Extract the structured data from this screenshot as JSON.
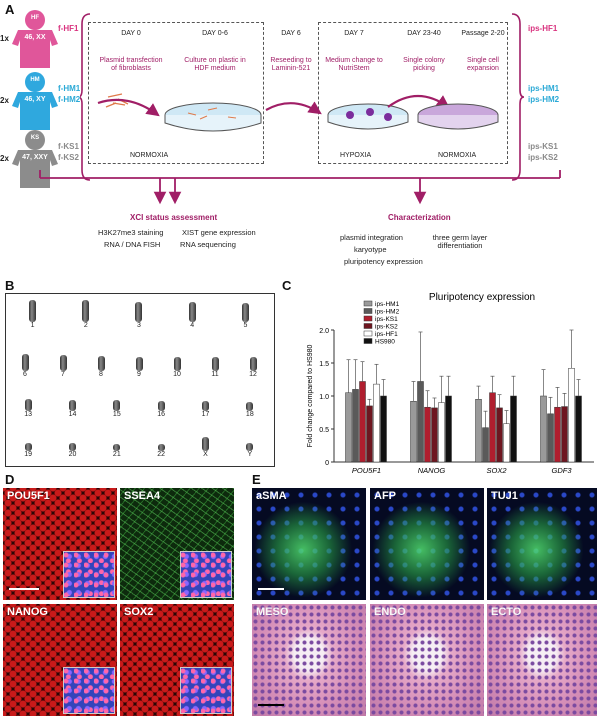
{
  "panels": {
    "a": "A",
    "b": "B",
    "c": "C",
    "d": "D",
    "e": "E"
  },
  "panel_a": {
    "donors": [
      {
        "badge": "HF",
        "karyotype": "46, XX",
        "count": "1x",
        "lines": [
          "f-HF1"
        ],
        "ips": [
          "ips-HF1"
        ],
        "color": "#e0569a"
      },
      {
        "badge": "HM",
        "karyotype": "46, XY",
        "count": "2x",
        "lines": [
          "f-HM1",
          "f-HM2"
        ],
        "ips": [
          "ips-HM1",
          "ips-HM2"
        ],
        "color": "#2fa8de"
      },
      {
        "badge": "KS",
        "karyotype": "47, XXY",
        "count": "2x",
        "lines": [
          "f-KS1",
          "f-KS2"
        ],
        "ips": [
          "ips-KS1",
          "ips-KS2"
        ],
        "color": "#8c8c8c"
      }
    ],
    "steps": [
      {
        "day": "DAY 0",
        "desc": "Plasmid transfection of fibroblasts"
      },
      {
        "day": "DAY 0-6",
        "desc": "Culture on plastic in HDF medium"
      },
      {
        "day": "DAY 6",
        "desc": "Reseeding to Laminin-521"
      },
      {
        "day": "DAY 7",
        "desc": "Medium change to NutriStem"
      },
      {
        "day": "DAY 23-40",
        "desc": "Single colony picking"
      },
      {
        "day": "Passage 2-20",
        "desc": "Single cell expansion"
      }
    ],
    "conditions": [
      "NORMOXIA",
      "HYPOXIA",
      "NORMOXIA"
    ],
    "xci": {
      "title": "XCI status assessment",
      "items": [
        "H3K27me3 staining",
        "XIST gene expression",
        "RNA / DNA FISH",
        "RNA sequencing"
      ]
    },
    "characterization": {
      "title": "Characterization",
      "items": [
        "plasmid integration",
        "three germ layer differentiation",
        "karyotype",
        "pluripotency expression"
      ]
    }
  },
  "panel_b": {
    "chromosomes": [
      "1",
      "2",
      "3",
      "4",
      "5",
      "6",
      "7",
      "8",
      "9",
      "10",
      "11",
      "12",
      "13",
      "14",
      "15",
      "16",
      "17",
      "18",
      "19",
      "20",
      "21",
      "22",
      "X",
      "Y"
    ]
  },
  "chart_data": {
    "type": "bar",
    "title": "Pluripotency expression",
    "ylabel": "Fold change compared to HS980",
    "xlabel": "",
    "ylim": [
      0,
      2
    ],
    "yticks": [
      "0",
      "0.5",
      "1.0",
      "1.5",
      "2.0"
    ],
    "categories": [
      "POU5F1",
      "NANOG",
      "SOX2",
      "GDF3"
    ],
    "series": [
      {
        "name": "ips-HM1",
        "color": "#9a9a9a",
        "values": [
          1.05,
          0.92,
          0.95,
          1.0
        ],
        "err": [
          0.5,
          0.3,
          0.2,
          0.4
        ]
      },
      {
        "name": "ips-HM2",
        "color": "#5a5a5a",
        "values": [
          1.1,
          1.22,
          0.52,
          0.73
        ],
        "err": [
          0.45,
          0.75,
          0.25,
          0.25
        ]
      },
      {
        "name": "ips-KS1",
        "color": "#b01e2e",
        "values": [
          1.22,
          0.83,
          1.05,
          0.83
        ],
        "err": [
          0.3,
          0.25,
          0.25,
          0.3
        ]
      },
      {
        "name": "ips-KS2",
        "color": "#6e1620",
        "values": [
          0.85,
          0.82,
          0.82,
          0.84
        ],
        "err": [
          0.1,
          0.15,
          0.2,
          0.2
        ]
      },
      {
        "name": "ips-HF1",
        "color": "#ffffff",
        "values": [
          1.18,
          0.9,
          0.58,
          1.42
        ],
        "err": [
          0.3,
          0.4,
          0.2,
          0.58
        ]
      },
      {
        "name": "HS980",
        "color": "#111111",
        "values": [
          1.0,
          1.0,
          1.0,
          1.0
        ],
        "err": [
          0.25,
          0.3,
          0.3,
          0.25
        ]
      }
    ]
  },
  "panel_d": {
    "images": [
      {
        "label": "POU5F1",
        "color": "#c81a1a"
      },
      {
        "label": "SSEA4",
        "color": "#2f8f2f"
      },
      {
        "label": "NANOG",
        "color": "#c81a1a"
      },
      {
        "label": "SOX2",
        "color": "#c81a1a"
      }
    ]
  },
  "panel_e": {
    "images": [
      {
        "label": "aSMA",
        "kind": "fluor"
      },
      {
        "label": "AFP",
        "kind": "fluor"
      },
      {
        "label": "TUJ1",
        "kind": "fluor"
      },
      {
        "label": "MESO",
        "kind": "he"
      },
      {
        "label": "ENDO",
        "kind": "he"
      },
      {
        "label": "ECTO",
        "kind": "he"
      }
    ]
  }
}
